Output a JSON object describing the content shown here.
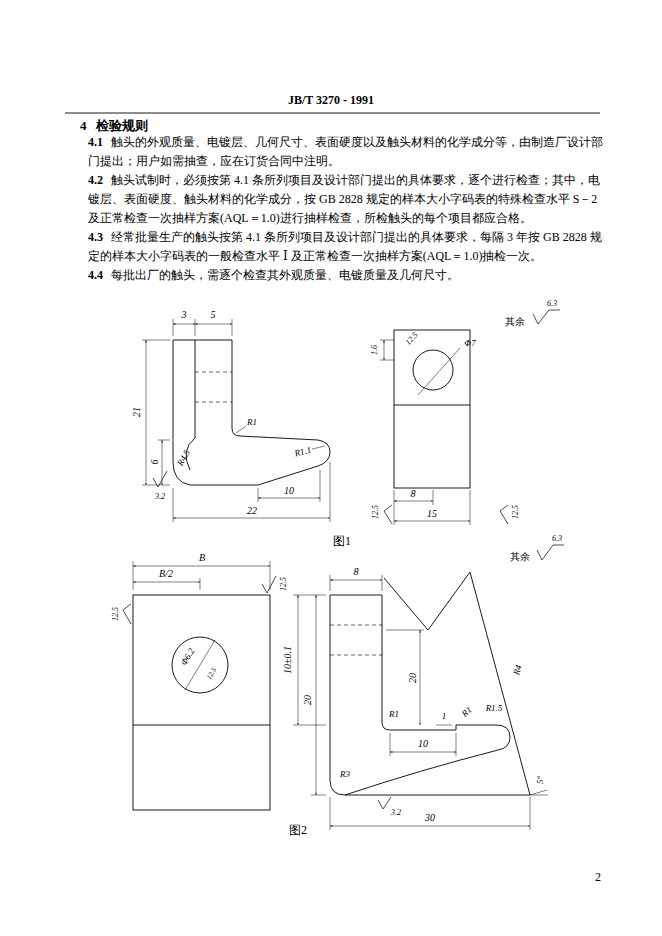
{
  "diagram": {
    "labels": [
      "JB/T 3270 - 1991",
      "4",
      "检验规则",
      "4.1",
      "触头的外观质量、电镀层、几何尺寸、表面硬度以及触头材料的化学成分等，由制造厂设计部门提出；用户如需抽查，应在订货合同中注明。",
      "4.2",
      "触头试制时，必须按第 4.1 条所列项目及设计部门提出的具体要求，逐个进行检查；其中，电镀层、表面硬度、触头材料的化学成分，按 GB 2828 规定的样本大小字码表的特殊检查水平 S－2 及正常检查一次抽样方案(AQL＝1.0)进行抽样检查，所检触头的每个项目都应合格。",
      "4.3",
      "经常批量生产的触头按第 4.1 条所列项目及设计部门提出的具体要求，每隔 3 年按 GB 2828 规定的样本大小字码表的一般检查水平 Ⅰ 及正常检查一次抽样方案(AQL＝1.0)抽检一次。",
      "4.4",
      "每批出厂的触头，需逐个检查其外观质量、电镀质量及几何尺寸。",
      "其余",
      "6.3",
      "3",
      "5",
      "21",
      "6",
      "R1",
      "R4.5",
      "R1.1",
      "3.2",
      "10",
      "22",
      "1.6",
      "12.5",
      "Φ7",
      "8",
      "15",
      "12.5",
      "12.5",
      "图1",
      "其余",
      "6.3",
      "B",
      "B/2",
      "12.5",
      "12.5",
      "Φ6.2",
      "12.5",
      "8",
      "10±0.1",
      "20",
      "20",
      "R1",
      "1",
      "R1",
      "10",
      "R1.5",
      "R4",
      "R3",
      "3.2",
      "5°",
      "30",
      "图2",
      "2"
    ]
  }
}
